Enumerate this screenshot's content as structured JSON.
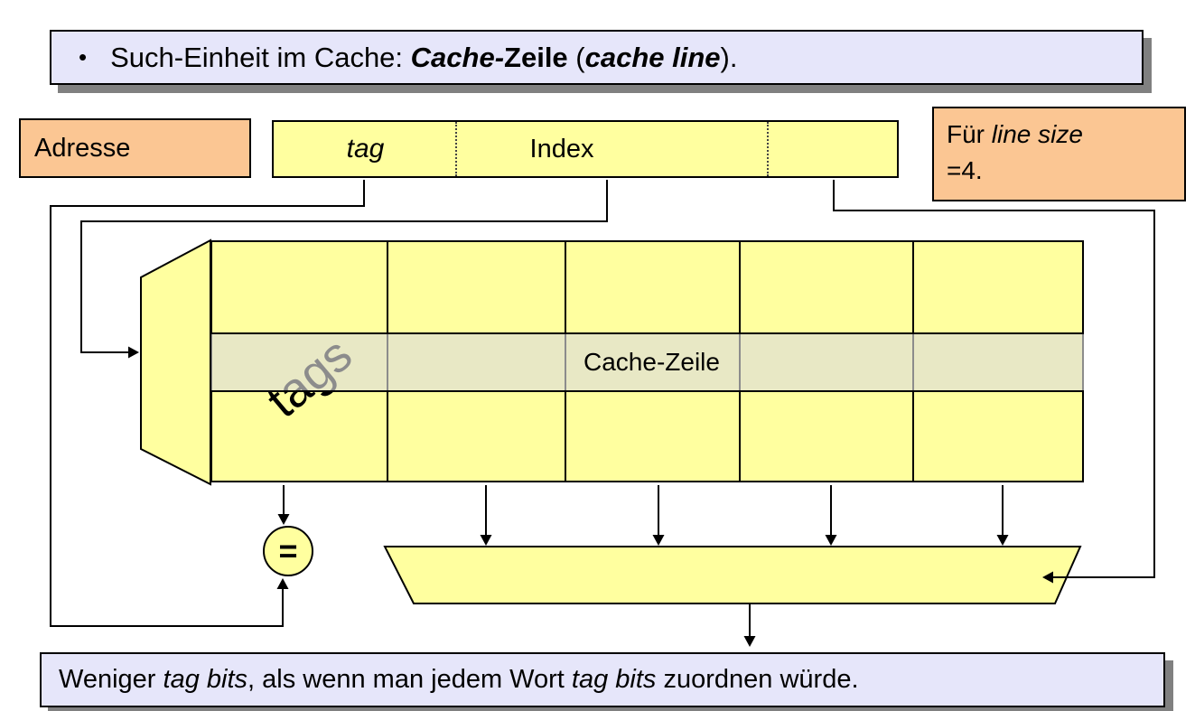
{
  "colors": {
    "lavender": "#e6e6fa",
    "orange": "#fbc693",
    "yellow": "#ffff9f",
    "band": "rgba(219,219,219,0.64)",
    "shadow": "#808080"
  },
  "title": {
    "bullet": "•",
    "seg1": "Such-Einheit im Cache: ",
    "seg2": "Cache-",
    "seg3": "Zeile",
    "seg4": " (",
    "seg5": "cache line",
    "seg6": ")."
  },
  "address_label": {
    "text": "Adresse"
  },
  "address_register": {
    "tag": "tag",
    "index": "Index"
  },
  "line_size_note": {
    "seg1": "Für ",
    "seg2": "line size",
    "seg3": "=4."
  },
  "cache": {
    "tags_label": "tags",
    "row_label": "Cache-Zeile"
  },
  "comparator": {
    "symbol": "="
  },
  "note": {
    "seg1": "Weniger ",
    "seg2": "tag bits",
    "seg3": ", als wenn man jedem Wort ",
    "seg4": "tag bits",
    "seg5": " zuordnen würde."
  }
}
